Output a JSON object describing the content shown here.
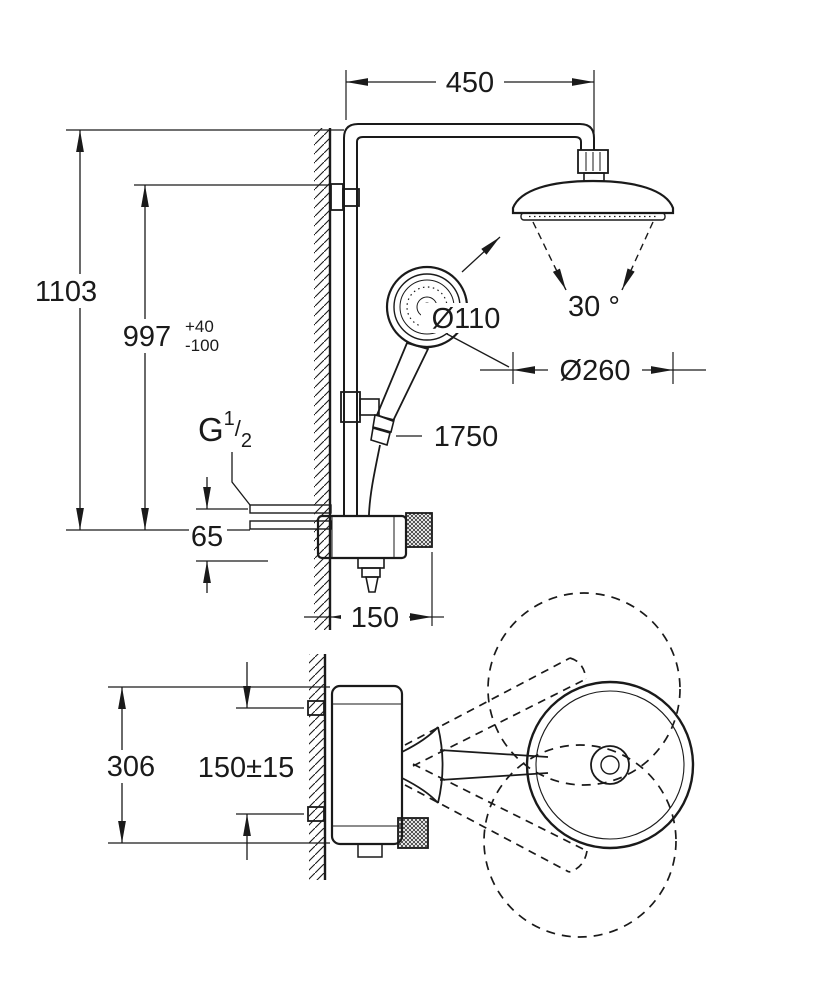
{
  "meta": {
    "title": "Shower system dimensional drawing"
  },
  "colors": {
    "ink": "#1a1a1a",
    "paper": "#ffffff"
  },
  "front_view": {
    "dim_width": "450",
    "dim_height_total": "1103",
    "dim_height_min": "997",
    "tol_plus": "+40",
    "tol_minus": "-100",
    "hand_shower_dia": "Ø110",
    "spray_angle": "30 °",
    "head_shower_dia": "Ø260",
    "hose_length": "1750",
    "thread": {
      "prefix": "G",
      "numerator": "1",
      "slash": "/",
      "denominator": "2"
    },
    "supply_offset": "65",
    "wall_distance": "150"
  },
  "top_view": {
    "mount_width": "306",
    "supply_spacing": "150±15"
  }
}
